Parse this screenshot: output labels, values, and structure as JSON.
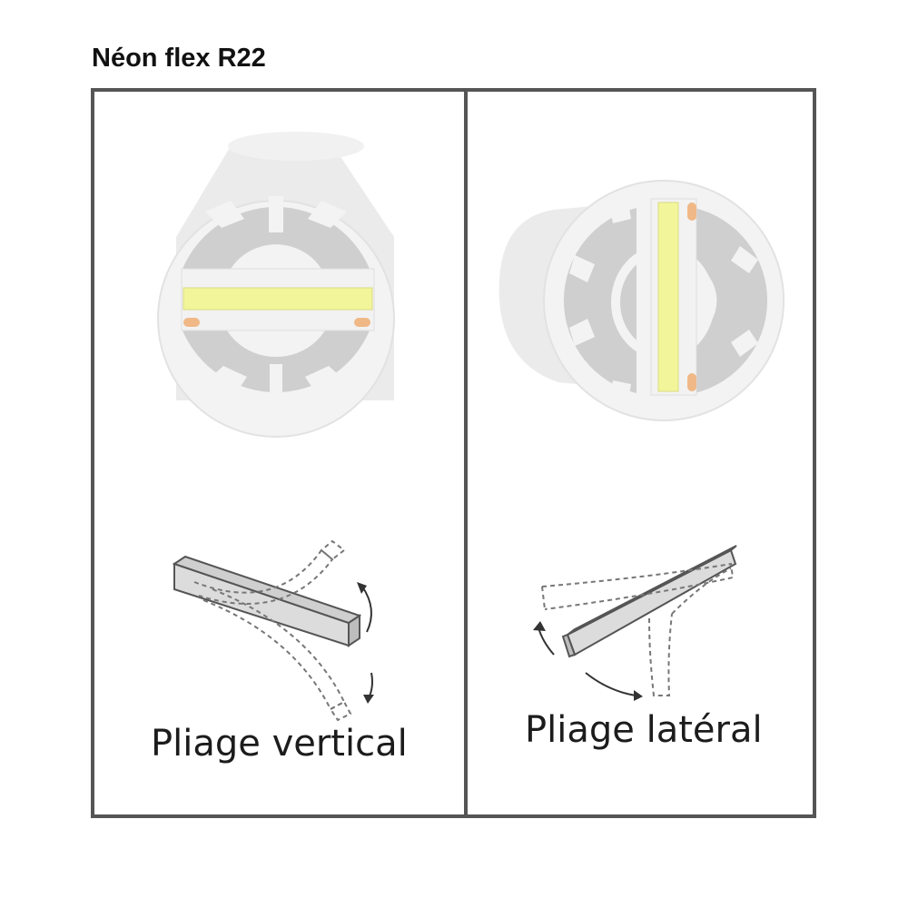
{
  "title": "Néon flex R22",
  "panels": [
    {
      "caption": "Pliage vertical"
    },
    {
      "caption": "Pliage latéral"
    }
  ],
  "colors": {
    "frame": "#555555",
    "profile_body": "#ececec",
    "profile_face": "#f4f4f4",
    "led_strip": "#f2f59a",
    "solder_pad": "#f0b887"
  }
}
